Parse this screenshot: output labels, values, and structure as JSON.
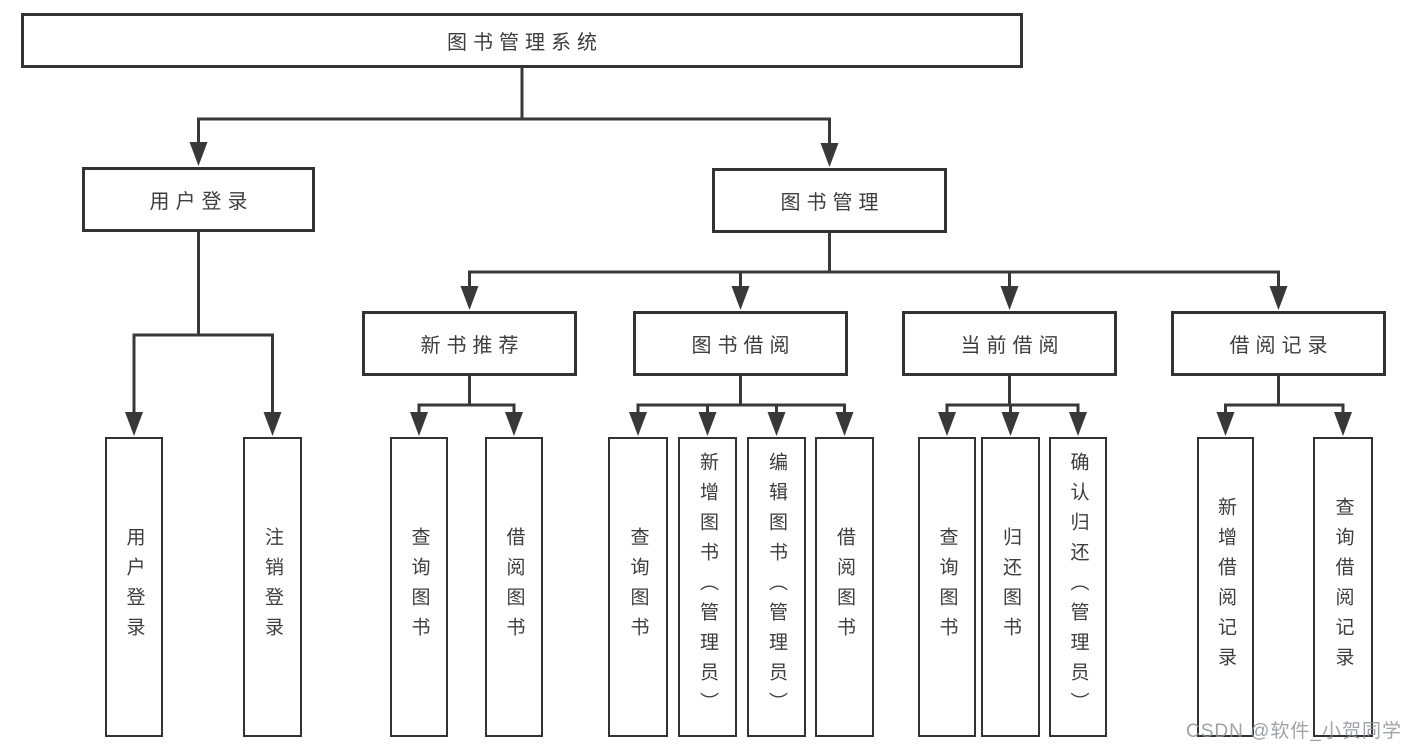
{
  "diagram": {
    "root": {
      "label": "图书管理系统",
      "children": [
        {
          "label": "用户登录",
          "children": [
            {
              "label": "用户登录"
            },
            {
              "label": "注销登录"
            }
          ]
        },
        {
          "label": "图书管理",
          "children": [
            {
              "label": "新书推荐",
              "children": [
                {
                  "label": "查询图书"
                },
                {
                  "label": "借阅图书"
                }
              ]
            },
            {
              "label": "图书借阅",
              "children": [
                {
                  "label": "查询图书"
                },
                {
                  "label": "新增图书（管理员）"
                },
                {
                  "label": "编辑图书（管理员）"
                },
                {
                  "label": "借阅图书"
                }
              ]
            },
            {
              "label": "当前借阅",
              "children": [
                {
                  "label": "查询图书"
                },
                {
                  "label": "归还图书"
                },
                {
                  "label": "确认归还（管理员）"
                }
              ]
            },
            {
              "label": "借阅记录",
              "children": [
                {
                  "label": "新增借阅记录"
                },
                {
                  "label": "查询借阅记录"
                }
              ]
            }
          ]
        }
      ]
    }
  },
  "watermark": {
    "text": "CSDN @软件_小贺同学"
  },
  "colors": {
    "line": "#383838",
    "box_border": "#333333",
    "text": "#3d3d3d",
    "watermark": "#8e9298",
    "background": "#ffffff"
  }
}
